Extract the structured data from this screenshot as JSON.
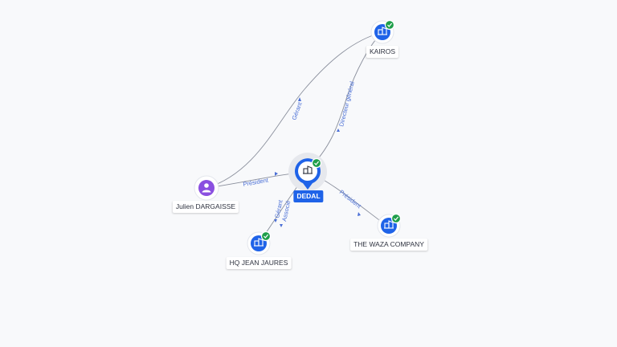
{
  "nodes": {
    "kairos": {
      "label": "KAIROS",
      "icon": "building-icon",
      "verified": true
    },
    "dedal": {
      "label": "DEDAL",
      "icon": "building-icon",
      "selected": true,
      "verified": true
    },
    "julien": {
      "label": "Julien DARGAISSE",
      "icon": "person-icon",
      "verified": false
    },
    "hq": {
      "label": "HQ JEAN JAURES",
      "icon": "building-icon",
      "verified": true
    },
    "waza": {
      "label": "THE WAZA COMPANY",
      "icon": "building-icon",
      "verified": true
    }
  },
  "edges": {
    "julien_kairos": "Gérant",
    "dedal_kairos": "Directeur général",
    "julien_dedal": "Président",
    "dedal_waza": "Président",
    "hq_dedal_1": "Gérant",
    "hq_dedal_2": "Associé"
  },
  "colors": {
    "company": "#1f63e8",
    "person": "#8a4fe0",
    "verified": "#1e9e4a",
    "edge_label": "#4a6fd6"
  }
}
